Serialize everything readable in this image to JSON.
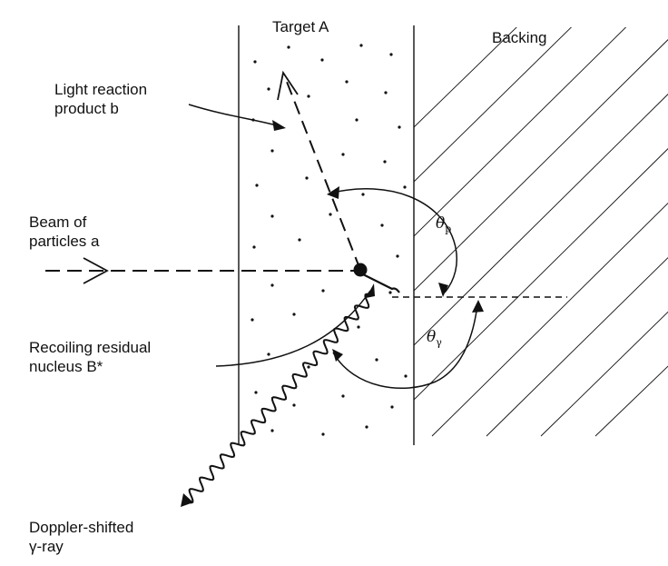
{
  "labels": {
    "target": "Target A",
    "backing": "Backing",
    "light_product_line1": "Light reaction",
    "light_product_line2": "product b",
    "beam_line1": "Beam of",
    "beam_line2": "particles a",
    "recoil_line1": "Recoiling residual",
    "recoil_line2": "nucleus B*",
    "doppler_line1": "Doppler-shifted",
    "doppler_line2": "γ-ray",
    "theta_p_symbol": "θ",
    "theta_p_sub": "p",
    "theta_gamma_symbol": "θ",
    "theta_gamma_sub": "γ"
  },
  "colors": {
    "ink": "#111111",
    "background": "#ffffff"
  }
}
